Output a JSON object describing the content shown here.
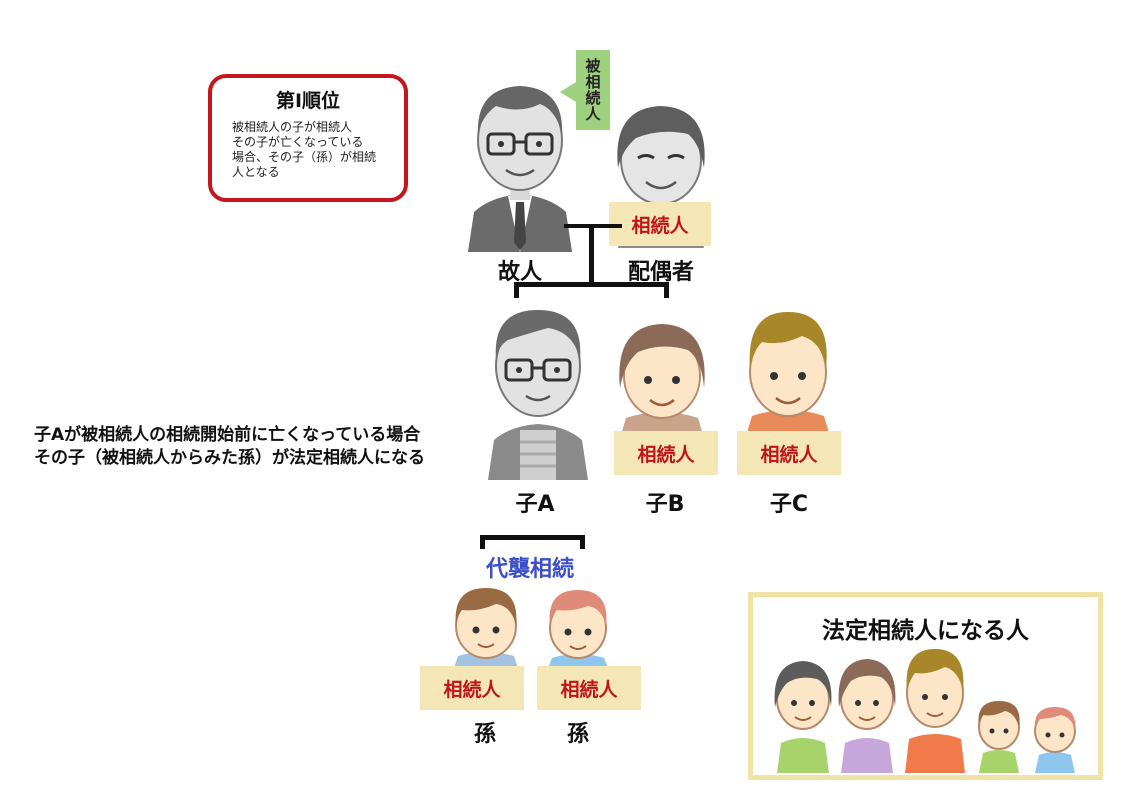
{
  "rank_box": {
    "title": "第Ⅰ順位",
    "lines": [
      "被相続人の子が相続人",
      "その子が亡くなっている",
      "場合、その子（孫）が相続",
      "人となる"
    ]
  },
  "deceased_tag": "被相続人",
  "heir_label": "相続人",
  "people": {
    "deceased": "故人",
    "spouse": "配偶者",
    "child_a": "子A",
    "child_b": "子B",
    "child_c": "子C",
    "grandchild_1": "孫",
    "grandchild_2": "孫"
  },
  "note": {
    "line1": "子Aが被相続人の相続開始前に亡くなっている場合",
    "line2": "その子（被相続人からみた孫）が法定相続人になる"
  },
  "daishu": "代襲相続",
  "legend": {
    "title": "法定相続人になる人"
  },
  "colors": {
    "rank_border": "#c4161c",
    "deceased_tag": "#9ed17f",
    "heir_bg": "#f5e6b6",
    "heir_text": "#c0141a",
    "daishu_text": "#3a4fc9",
    "legend_border": "#efe4a6"
  }
}
